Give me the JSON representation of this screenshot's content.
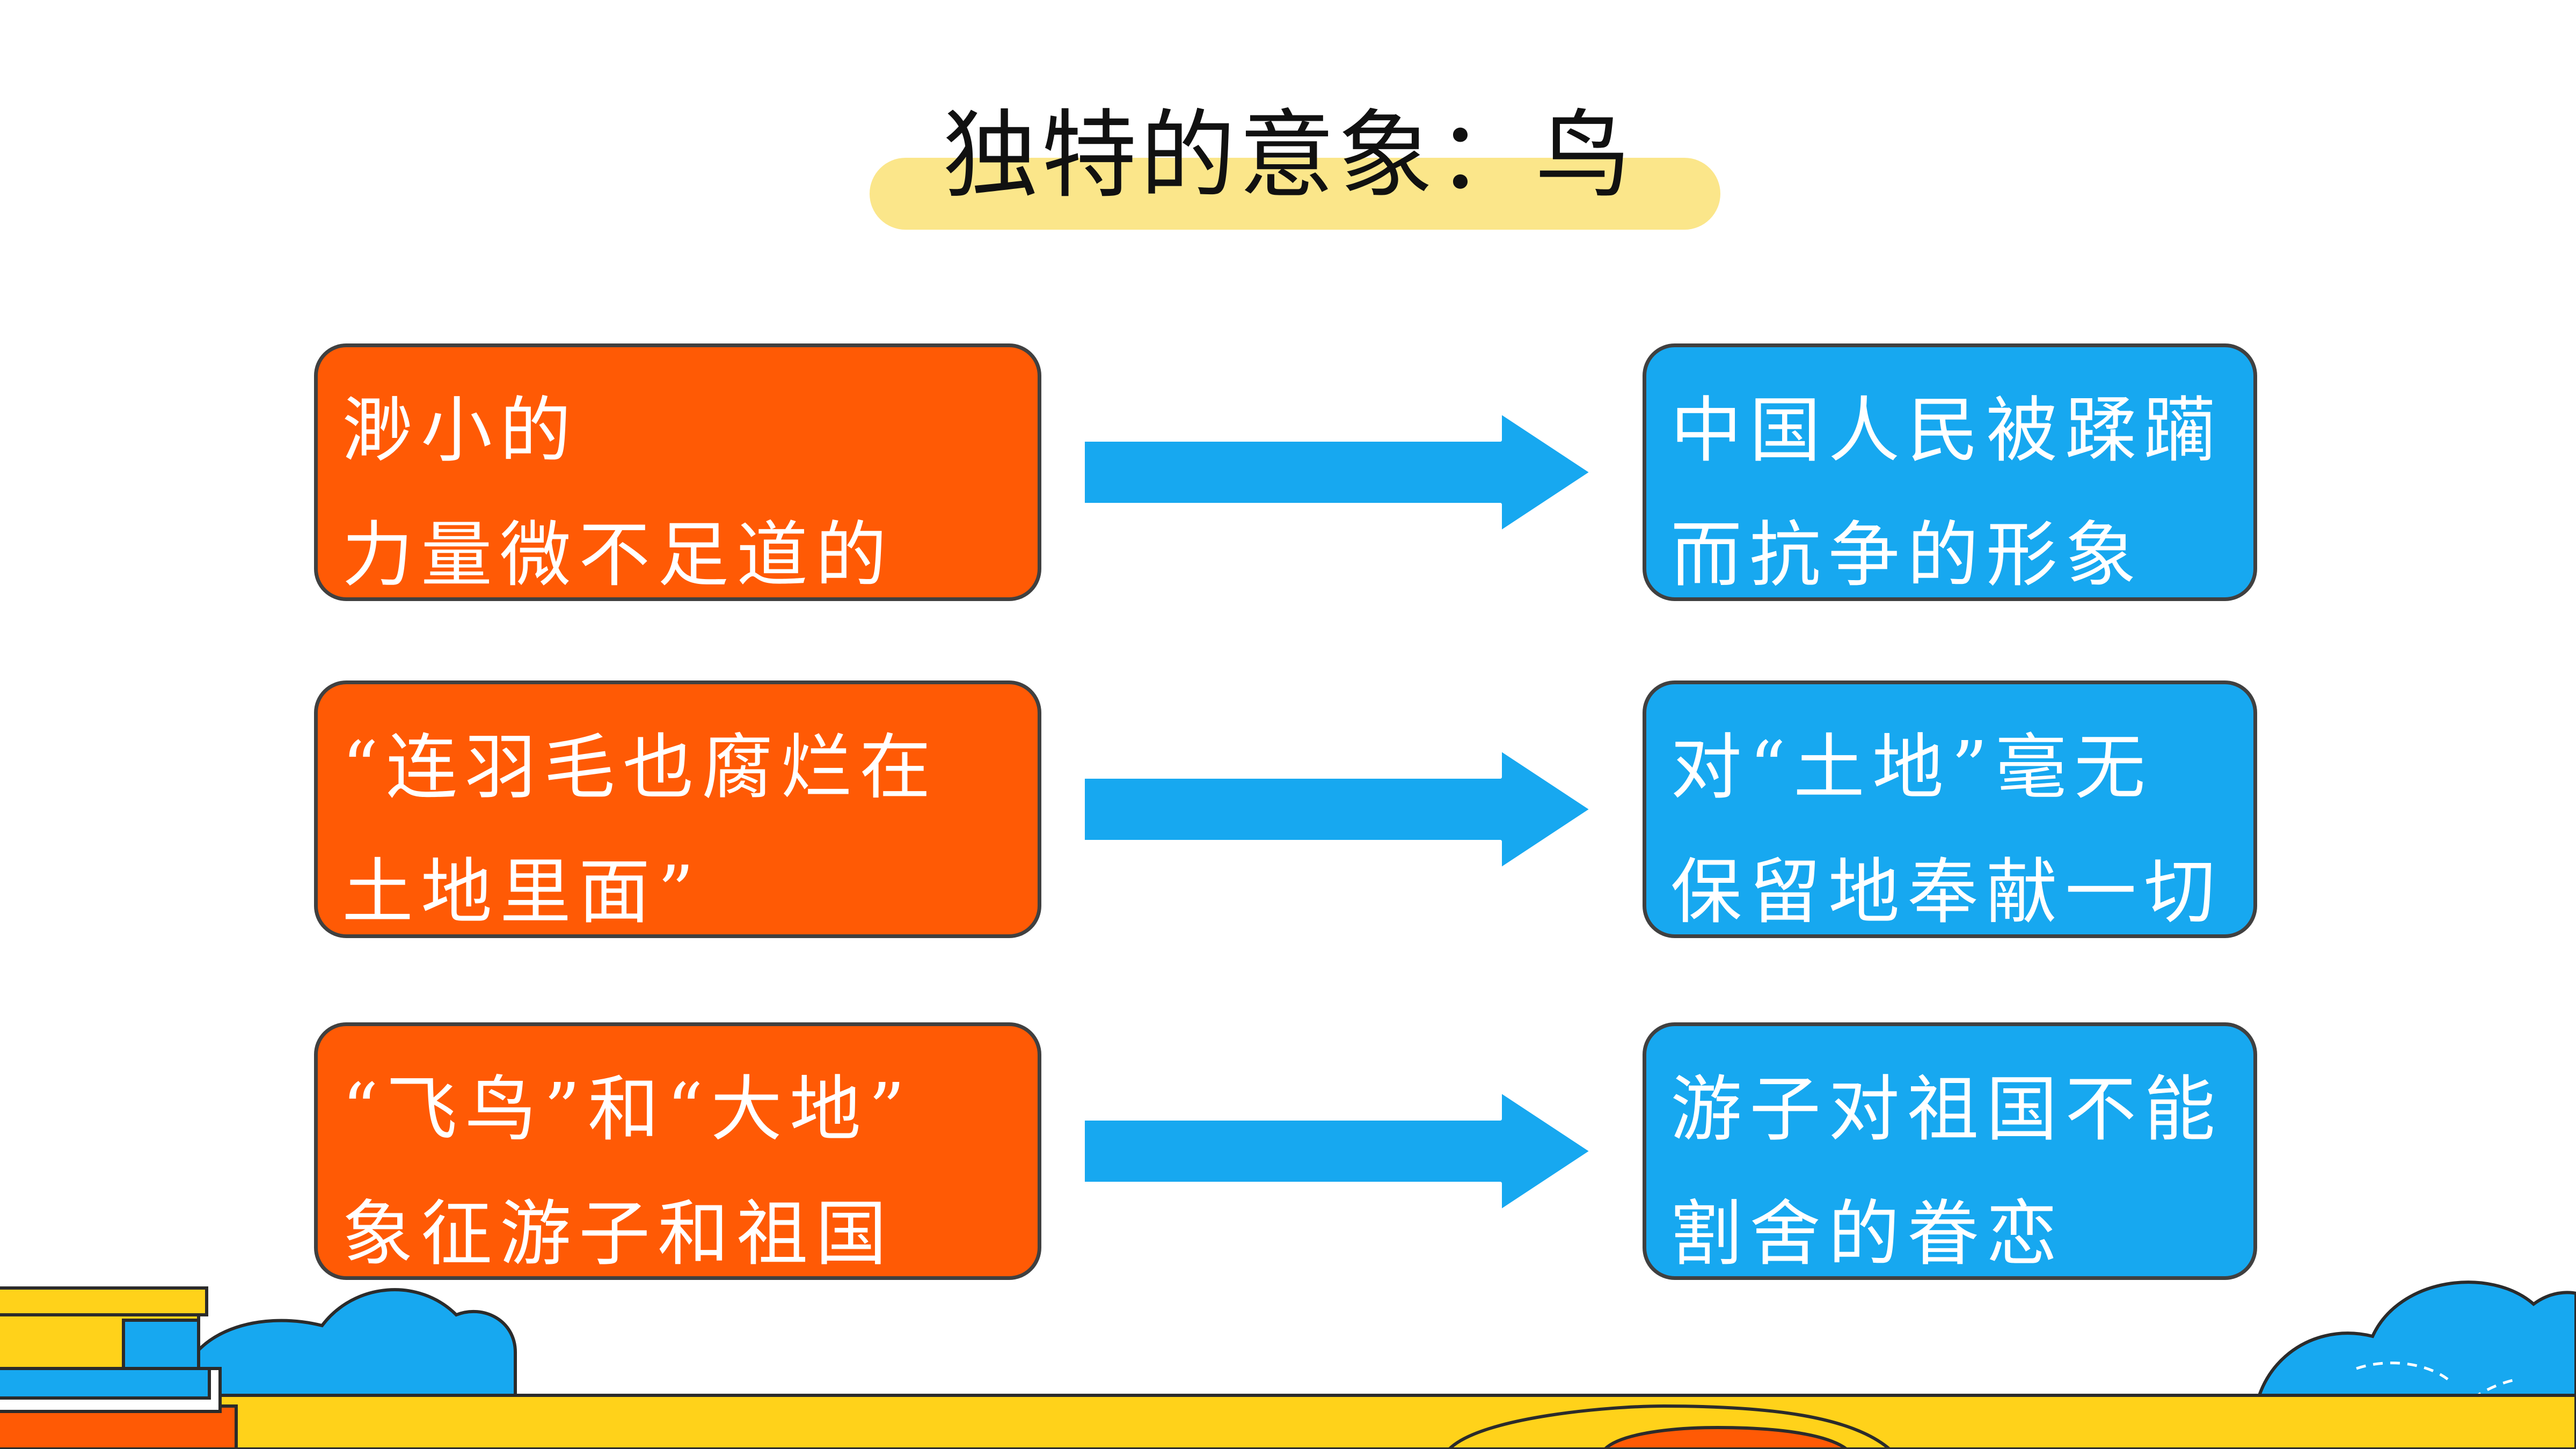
{
  "title": "独特的意象：鸟",
  "rows": [
    {
      "left": [
        "渺小的",
        "力量微不足道的"
      ],
      "right": [
        "中国人民被蹂躏",
        "而抗争的形象"
      ]
    },
    {
      "left": [
        "“连羽毛也腐烂在",
        "土地里面”"
      ],
      "right": [
        "对“土地”毫无",
        "保留地奉献一切"
      ]
    },
    {
      "left": [
        "“飞鸟”和“大地”",
        "象征游子和祖国"
      ],
      "right": [
        "游子对祖国不能",
        "割舍的眷恋"
      ]
    }
  ],
  "colors": {
    "orange": "#ff5a05",
    "blue": "#17a8f0",
    "arrow": "#17a8f0",
    "highlight": "#fbe68a",
    "ground": "#ffd21a"
  }
}
